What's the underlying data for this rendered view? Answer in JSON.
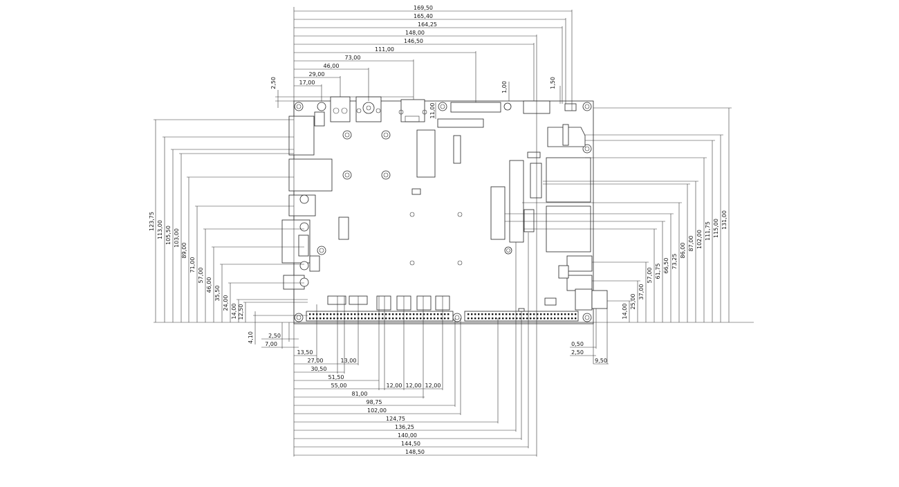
{
  "dimensions": {
    "top": [
      "169,50",
      "165,40",
      "164,25",
      "148,00",
      "146,50",
      "111,00",
      "73,00",
      "46,00",
      "29,00",
      "17,00"
    ],
    "top_small": [
      "2,50",
      "1,00",
      "1,50",
      "11,00"
    ],
    "left": [
      "123,75",
      "113,00",
      "105,50",
      "103,00",
      "89,00",
      "71,00",
      "57,00",
      "46,00",
      "35,50",
      "24,00",
      "14,00",
      "12,50"
    ],
    "left_small": [
      "4,10",
      "2,50",
      "7,00"
    ],
    "right": [
      "131,00",
      "115,00",
      "111,75",
      "102,00",
      "87,00",
      "86,00",
      "73,25",
      "66,50",
      "61,75",
      "57,00",
      "37,00",
      "25,00",
      "14,00"
    ],
    "right_small": [
      "0,50",
      "2,50",
      "9,50"
    ],
    "bottom": [
      "13,50",
      "27,00",
      "13,00",
      "30,50",
      "51,50",
      "55,00",
      "12,00",
      "12,00",
      "12,00",
      "81,00",
      "98,75",
      "102,00",
      "124,75",
      "136,25",
      "140,00",
      "144,50",
      "148,50"
    ]
  },
  "colors": {
    "line": "#222222",
    "background": "#ffffff"
  }
}
